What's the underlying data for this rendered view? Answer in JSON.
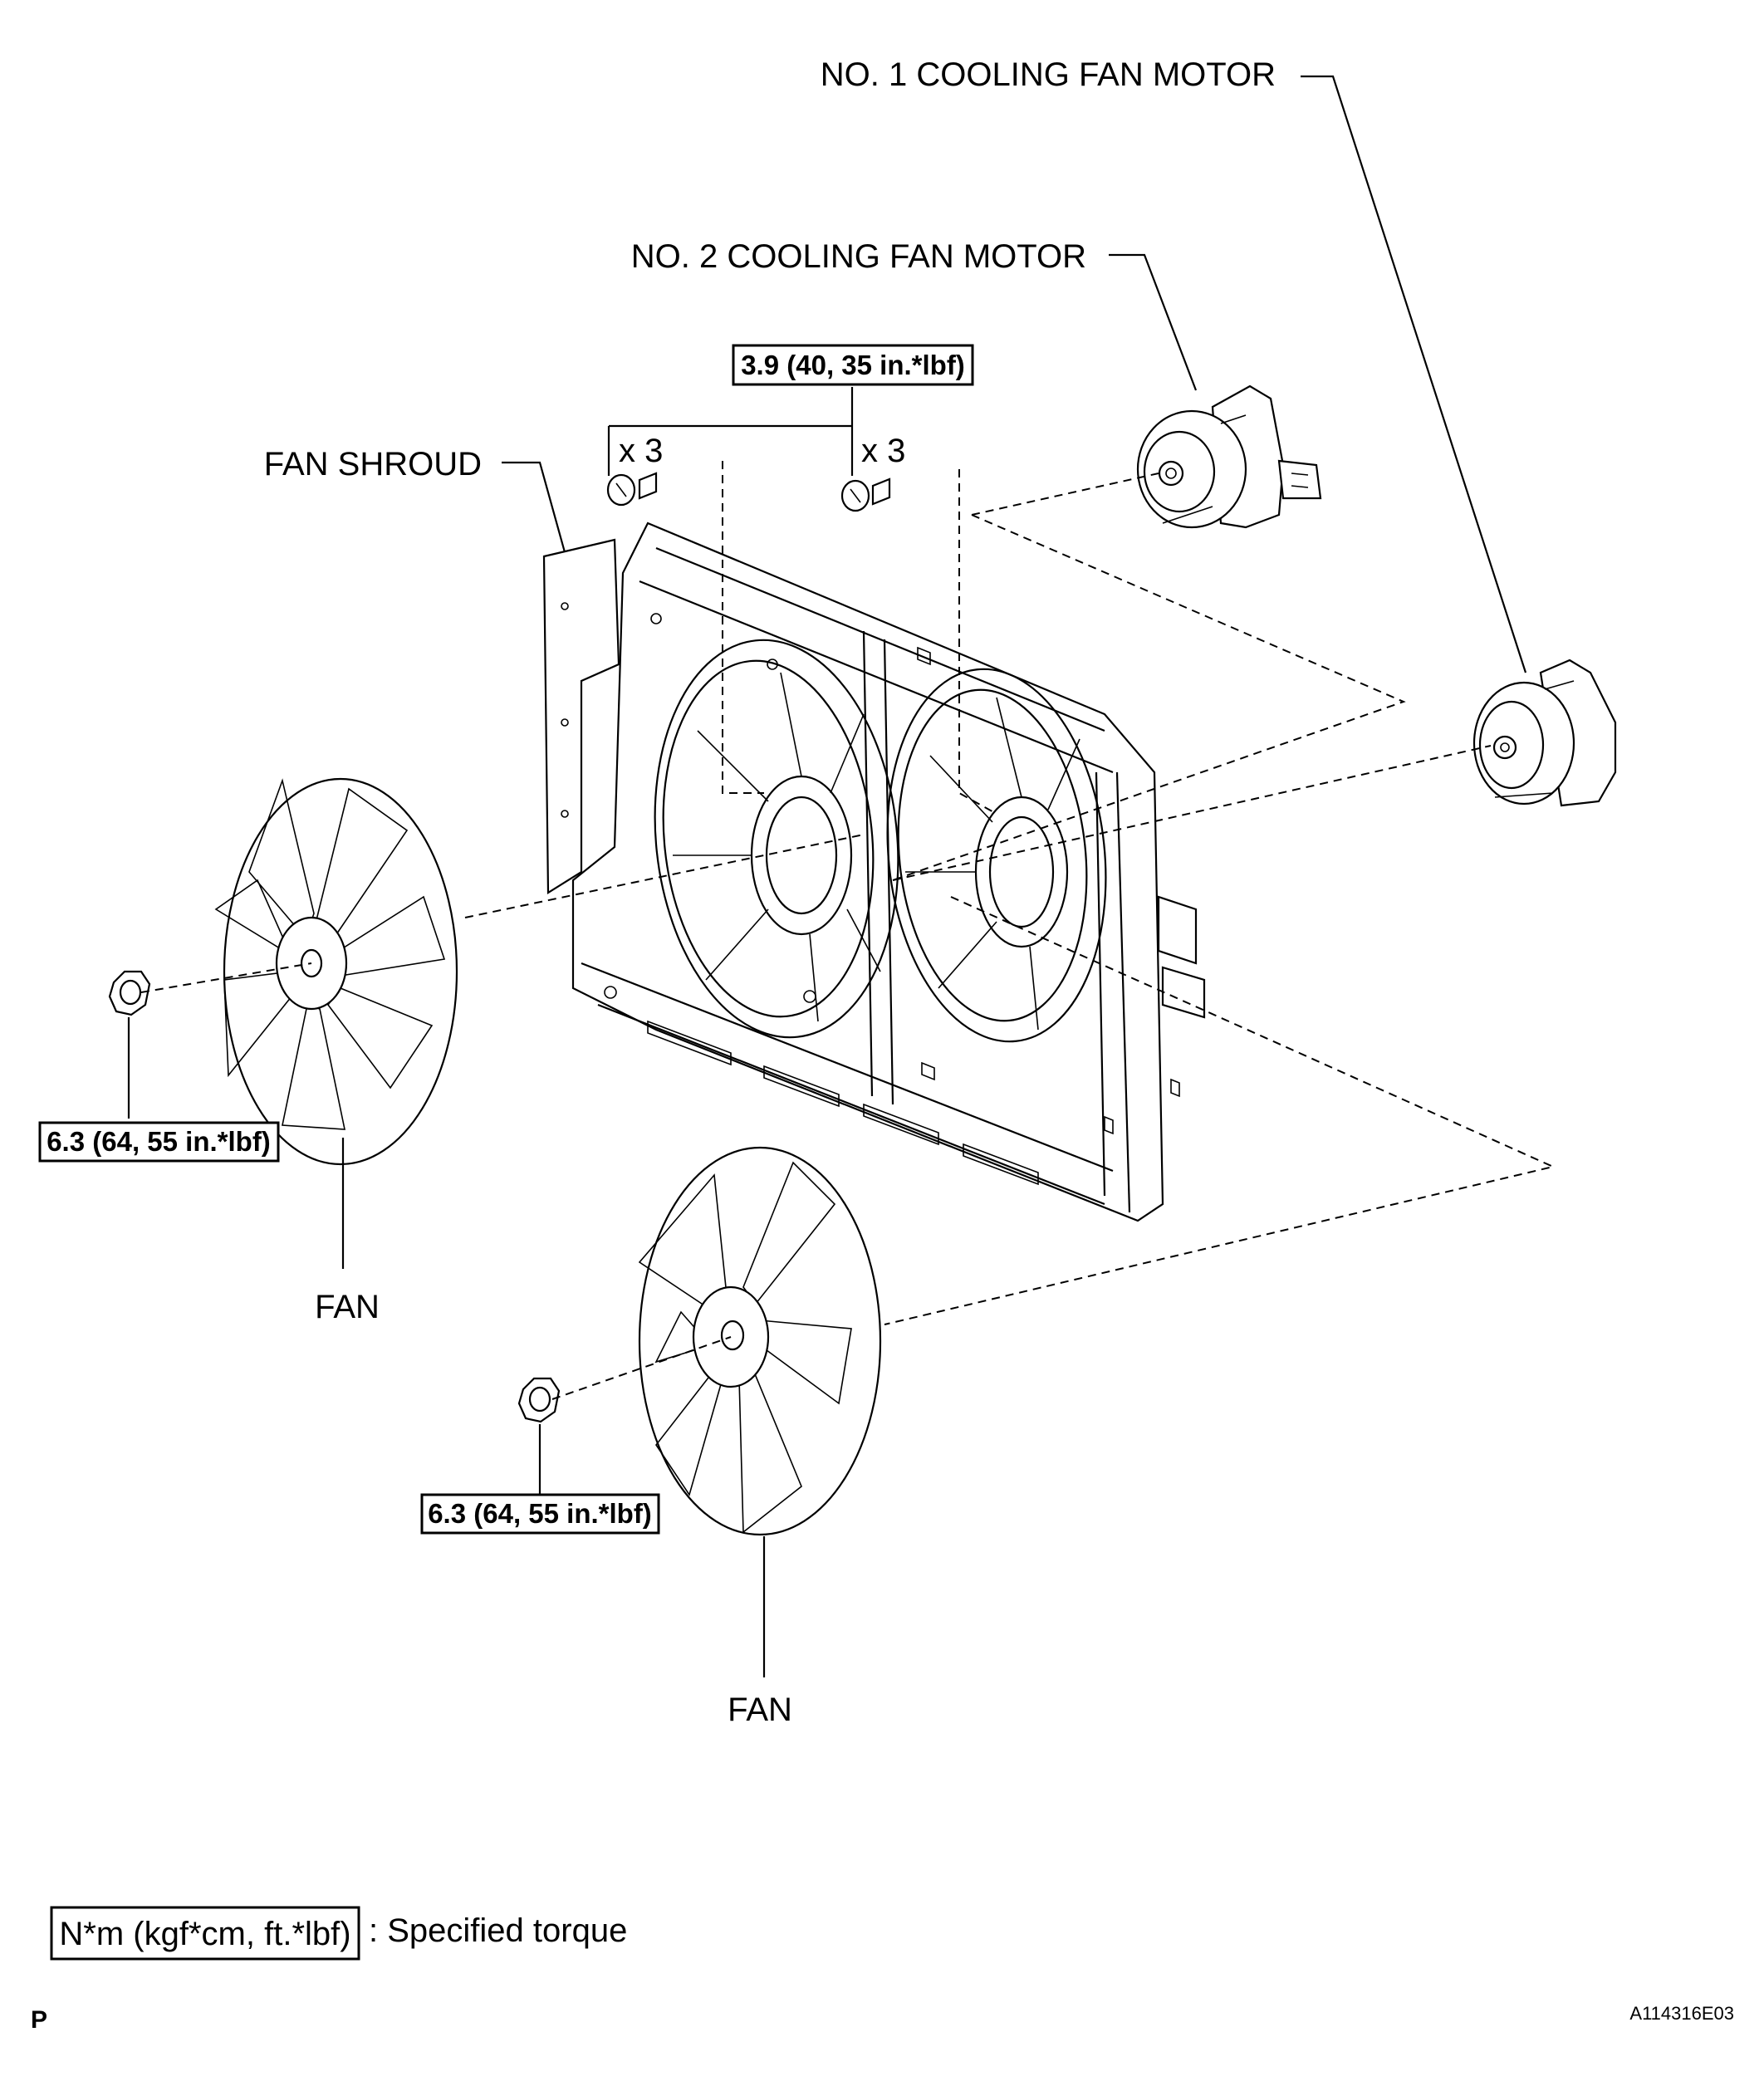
{
  "labels": {
    "no1_motor": "NO. 1 COOLING FAN MOTOR",
    "no2_motor": "NO. 2 COOLING FAN MOTOR",
    "fan_shroud": "FAN SHROUD",
    "fan_left": "FAN",
    "fan_right": "FAN",
    "qty_left": "x 3",
    "qty_right": "x 3"
  },
  "torque_specs": {
    "bolts": "3.9 (40, 35 in.*lbf)",
    "nut_left": "6.3 (64, 55 in.*lbf)",
    "nut_right": "6.3 (64, 55 in.*lbf)"
  },
  "legend": {
    "unit_box": "N*m (kgf*cm, ft.*lbf)",
    "description": ": Specified torque"
  },
  "footer": {
    "left_mark": "P",
    "figure_id": "A114316E03"
  }
}
